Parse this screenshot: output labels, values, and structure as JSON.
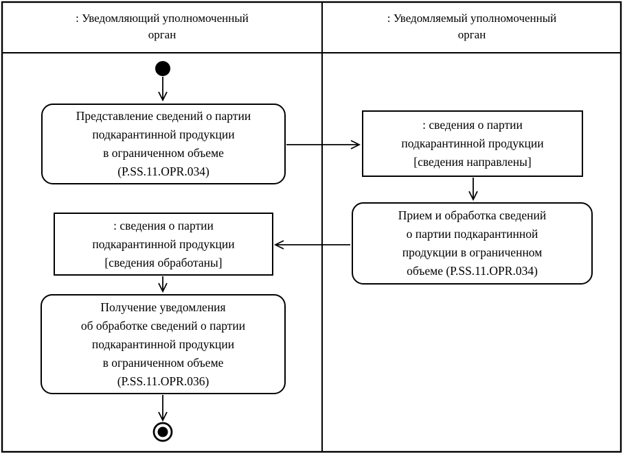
{
  "diagram": {
    "type": "uml-activity-diagram-with-swimlanes",
    "colors": {
      "line": "#000000",
      "background": "#ffffff",
      "text": "#000000"
    }
  },
  "lanes": [
    {
      "line1": ": Уведомляющий уполномоченный",
      "line2": "орган"
    },
    {
      "line1": ": Уведомляемый уполномоченный",
      "line2": "орган"
    }
  ],
  "nodes": {
    "start_icon": "initial-node-filled-circle",
    "end_icon": "final-node-bullseye",
    "activity1": {
      "lines": [
        "Представление сведений о партии",
        "подкарантинной продукции",
        "в ограниченном объеме",
        "(P.SS.11.OPR.034)"
      ]
    },
    "object1": {
      "lines": [
        ": сведения о партии",
        "подкарантинной продукции",
        "[сведения направлены]"
      ]
    },
    "activity2": {
      "lines": [
        "Прием и обработка сведений",
        "о партии подкарантинной",
        "продукции в ограниченном",
        "объеме (P.SS.11.OPR.034)"
      ]
    },
    "object2": {
      "lines": [
        ": сведения о партии",
        "подкарантинной продукции",
        "[сведения обработаны]"
      ]
    },
    "activity3": {
      "lines": [
        "Получение уведомления",
        "об обработке сведений о партии",
        "подкарантинной продукции",
        "в ограниченном объеме",
        "(P.SS.11.OPR.036)"
      ]
    }
  }
}
